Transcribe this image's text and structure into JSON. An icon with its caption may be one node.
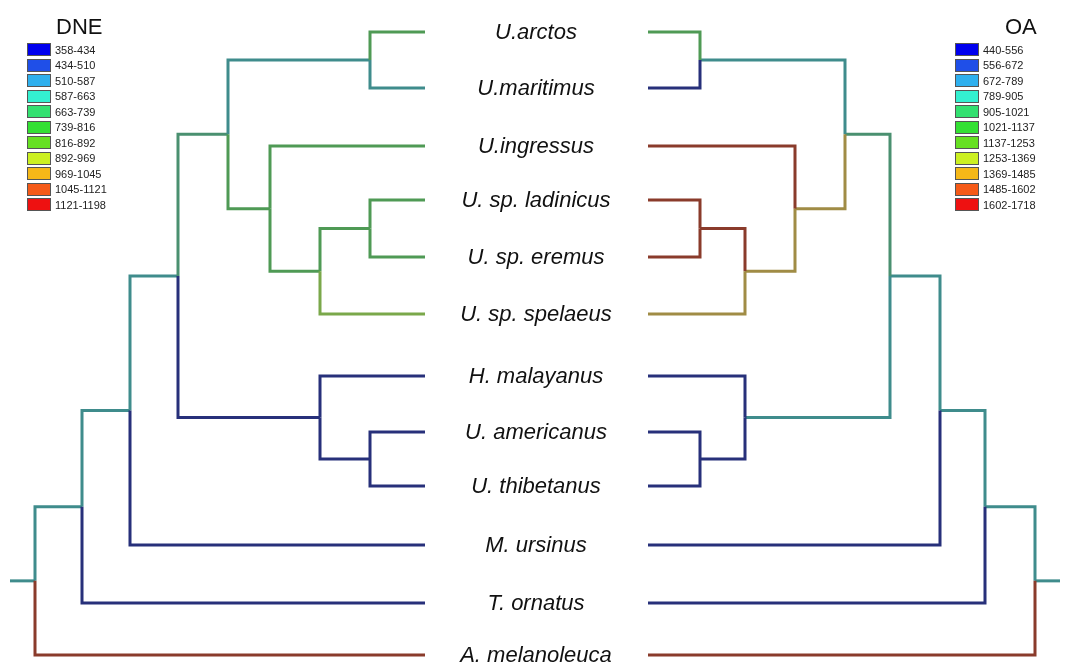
{
  "diagram": {
    "labels": [
      "DNE",
      "OA",
      "U.arctos",
      "U.maritimus",
      "U.ingressus",
      "U. sp. ladinicus",
      "U. sp. eremus",
      "U. sp. spelaeus",
      "H. malayanus",
      "U. americanus",
      "U. thibetanus",
      "M. ursinus",
      "T. ornatus",
      "A. melanoleuca"
    ],
    "legend": [
      {
        "text": "358-434",
        "color": "#0000ee"
      },
      {
        "text": "434-510",
        "color": "#1f4fe8"
      },
      {
        "text": "510-587",
        "color": "#2fb0ee"
      },
      {
        "text": "587-663",
        "color": "#33f0d0"
      },
      {
        "text": "663-739",
        "color": "#33e070"
      },
      {
        "text": "739-816",
        "color": "#33e033"
      },
      {
        "text": "816-892",
        "color": "#66e022"
      },
      {
        "text": "892-969",
        "color": "#ccf022"
      },
      {
        "text": "969-1045",
        "color": "#f5b818"
      },
      {
        "text": "1045-1121",
        "color": "#f55a18"
      },
      {
        "text": "1121-1198",
        "color": "#ee1111"
      },
      {
        "text": "440-556",
        "color": "#0000ee"
      },
      {
        "text": "556-672",
        "color": "#1f4fe8"
      },
      {
        "text": "672-789",
        "color": "#2fb0ee"
      },
      {
        "text": "789-905",
        "color": "#33f0d0"
      },
      {
        "text": "905-1021",
        "color": "#33e070"
      },
      {
        "text": "1021-1137",
        "color": "#33e033"
      },
      {
        "text": "1137-1253",
        "color": "#66e022"
      },
      {
        "text": "1253-1369",
        "color": "#ccf022"
      },
      {
        "text": "1369-1485",
        "color": "#f5b818"
      },
      {
        "text": "1485-1602",
        "color": "#f55a18"
      },
      {
        "text": "1602-1718",
        "color": "#ee1111"
      }
    ]
  }
}
